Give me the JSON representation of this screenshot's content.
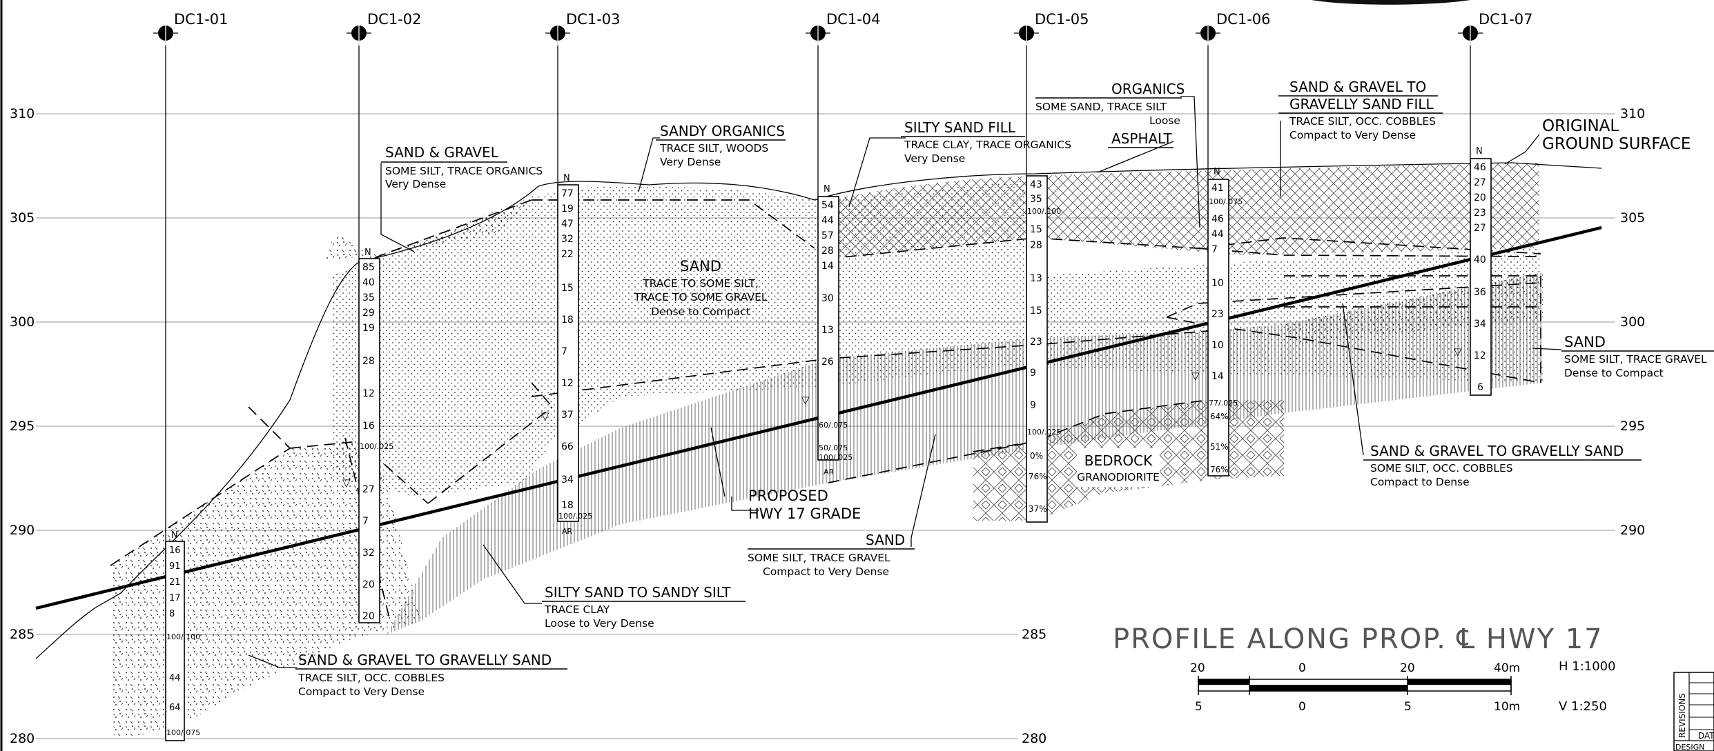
{
  "elevations": {
    "left": [
      "310",
      "305",
      "300",
      "295",
      "290",
      "285",
      "280"
    ],
    "right": [
      "310",
      "305",
      "300",
      "295",
      "290",
      "285",
      "280"
    ]
  },
  "boreholes": [
    {
      "id": "DC1-01",
      "n_label": "N",
      "values": [
        "16",
        "91",
        "21",
        "17",
        "8",
        "",
        "100/.100",
        "",
        "44",
        "",
        "64",
        "",
        "100/.075"
      ]
    },
    {
      "id": "DC1-02",
      "n_label": "N",
      "values": [
        "85",
        "40",
        "35",
        "29",
        "19",
        "",
        "28",
        "",
        "12",
        "",
        "16",
        "",
        "100/.025",
        "",
        "27",
        "",
        "7",
        "",
        "32",
        "",
        "20",
        "",
        "20"
      ]
    },
    {
      "id": "DC1-03",
      "n_label": "N",
      "values": [
        "77",
        "19",
        "47",
        "32",
        "22",
        "",
        "15",
        "",
        "18",
        "",
        "7",
        "",
        "12",
        "",
        "37",
        "",
        "66",
        "",
        "34",
        "",
        "18",
        "100/.025",
        "AR"
      ]
    },
    {
      "id": "DC1-04",
      "n_label": "N",
      "values": [
        "54",
        "44",
        "57",
        "28",
        "14",
        "",
        "30",
        "",
        "13",
        "",
        "26",
        "",
        "60/.075",
        "50/.075",
        "100/.025",
        "AR"
      ]
    },
    {
      "id": "DC1-05",
      "n_label": "N",
      "values": [
        "43",
        "35",
        "100/.100",
        "15",
        "28",
        "",
        "13",
        "",
        "15",
        "",
        "23",
        "",
        "9",
        "",
        "9",
        "",
        "100/.025",
        "0%",
        "",
        "76%",
        "",
        "37%"
      ]
    },
    {
      "id": "DC1-06",
      "n_label": "N",
      "values": [
        "41",
        "100/.075",
        "46",
        "44",
        "7",
        "",
        "10",
        "",
        "23",
        "",
        "10",
        "",
        "14",
        "",
        "77/.025",
        "64%",
        "",
        "51%",
        "",
        "76%"
      ]
    },
    {
      "id": "DC1-07",
      "n_label": "N",
      "values": [
        "46",
        "27",
        "20",
        "23",
        "27",
        "40",
        "",
        "36",
        "",
        "34",
        "",
        "12",
        "",
        "6"
      ]
    }
  ],
  "strata_labels": [
    {
      "title": "SAND & GRAVEL",
      "lines": [
        "SOME SILT, TRACE ORGANICS",
        "Very Dense"
      ]
    },
    {
      "title": "SANDY ORGANICS",
      "lines": [
        "TRACE SILT, WOODS",
        "Very Dense"
      ]
    },
    {
      "title": "SILTY SAND FILL",
      "lines": [
        "TRACE CLAY, TRACE ORGANICS",
        "Very Dense"
      ]
    },
    {
      "title": "ORGANICS",
      "lines": [
        "SOME SAND, TRACE SILT",
        "Loose"
      ]
    },
    {
      "title": "ASPHALT",
      "lines": []
    },
    {
      "title": "SAND & GRAVEL TO",
      "title2": "GRAVELLY SAND FILL",
      "lines": [
        "TRACE SILT, OCC. COBBLES",
        "Compact to Very Dense"
      ]
    },
    {
      "title": "ORIGINAL",
      "title2": "GROUND SURFACE",
      "lines": []
    },
    {
      "title": "SAND",
      "lines": [
        "TRACE TO SOME SILT,",
        "TRACE TO SOME GRAVEL",
        "Dense to Compact"
      ]
    },
    {
      "title": "SAND",
      "lines": [
        "SOME SILT, TRACE GRAVEL",
        "Dense to Compact"
      ]
    },
    {
      "title": "SAND & GRAVEL TO GRAVELLY SAND",
      "lines": [
        "SOME SILT, OCC. COBBLES",
        "Compact to Dense"
      ]
    },
    {
      "title": "BEDROCK",
      "lines": [
        "GRANODIORITE"
      ]
    },
    {
      "title": "PROPOSED",
      "title2": "HWY 17 GRADE",
      "lines": []
    },
    {
      "title": "SAND",
      "lines": [
        "SOME SILT, TRACE GRAVEL",
        "Compact to Very Dense"
      ]
    },
    {
      "title": "SILTY SAND TO SANDY SILT",
      "lines": [
        "TRACE CLAY",
        "Loose to Very Dense"
      ]
    },
    {
      "title": "SAND & GRAVEL TO GRAVELLY SAND",
      "lines": [
        "TRACE SILT, OCC. COBBLES",
        "Compact to Very Dense"
      ]
    }
  ],
  "profile_title": "PROFILE ALONG PROP. ℄ HWY 17",
  "scale_bar": {
    "h_ticks": [
      "20",
      "0",
      "20",
      "40m"
    ],
    "v_ticks": [
      "5",
      "0",
      "5",
      "10m"
    ],
    "h_scale": "H 1:1000",
    "v_scale": "V 1:250"
  },
  "title_block": {
    "revisions": "REVISIONS",
    "date": "DAT",
    "design": "DESIGN"
  }
}
